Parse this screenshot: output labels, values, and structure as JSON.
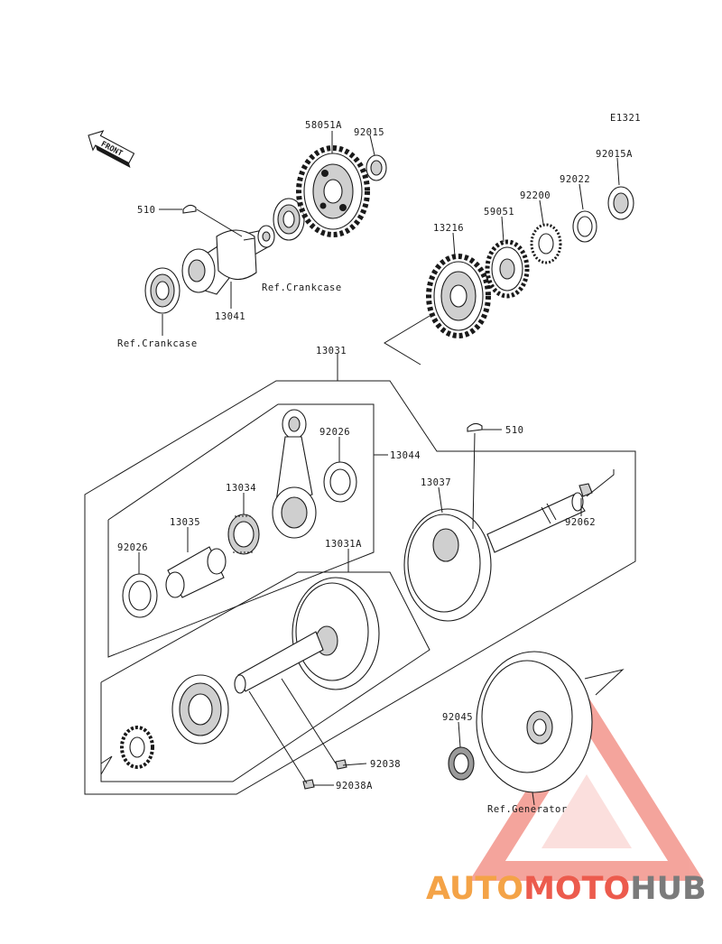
{
  "diagram": {
    "code": "E1321",
    "front_label": "FRONT",
    "labels": {
      "p58051A": "58051A",
      "p92015": "92015",
      "p92015A": "92015A",
      "p92022": "92022",
      "p92200": "92200",
      "p59051": "59051",
      "p13216": "13216",
      "p510a": "510",
      "ref_crankcase_a": "Ref.Crankcase",
      "p13041": "13041",
      "ref_crankcase_b": "Ref.Crankcase",
      "p13031": "13031",
      "p510b": "510",
      "p92026a": "92026",
      "p13044": "13044",
      "p13037": "13037",
      "p13034": "13034",
      "p92062": "92062",
      "p13035": "13035",
      "p92026b": "92026",
      "p13031A": "13031A",
      "p92045": "92045",
      "p92038": "92038",
      "p92038A": "92038A",
      "ref_generator": "Ref.Generator"
    }
  },
  "watermark": {
    "part1": "AUTO",
    "part2": "MOTO",
    "part3": "HUB",
    "colors": {
      "orange": "#f4a347",
      "red": "#ec5b4d",
      "gray": "#7b7b7b"
    }
  }
}
